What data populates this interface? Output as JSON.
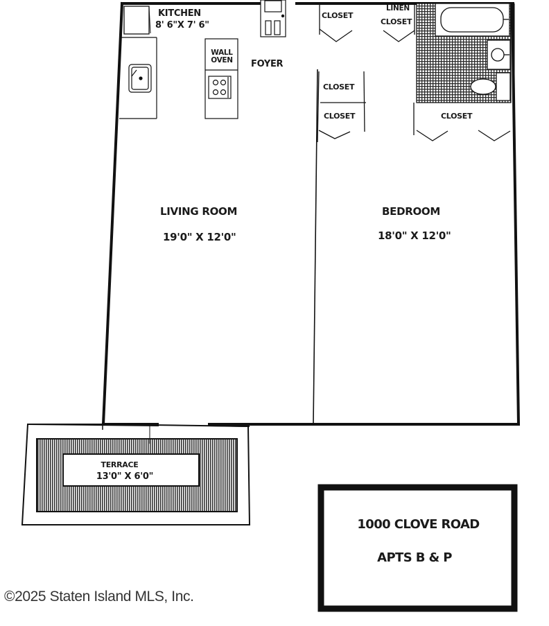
{
  "plan": {
    "rooms": {
      "kitchen": {
        "name": "KITCHEN",
        "size": "8' 6\"X 7' 6\""
      },
      "wall_oven": {
        "line1": "WALL",
        "line2": "OVEN"
      },
      "foyer": {
        "name": "FOYER"
      },
      "living_room": {
        "name": "LIVING ROOM",
        "size": "19'0\" X 12'0\""
      },
      "bedroom": {
        "name": "BEDROOM",
        "size": "18'0\" X 12'0\""
      },
      "terrace": {
        "name": "TERRACE",
        "size": "13'0\" X 6'0\""
      }
    },
    "closets": {
      "foyer_top": "CLOSET",
      "linen_line1": "LINEN",
      "linen_line2": "CLOSET",
      "hall_upper": "CLOSET",
      "hall_lower": "CLOSET",
      "bedroom": "CLOSET"
    },
    "title_box": {
      "address": "1000 CLOVE ROAD",
      "units": "APTS B & P"
    },
    "icons": [
      "entry-door-icon",
      "sink-icon",
      "cooktop-icon",
      "bathtub-icon",
      "bathroom-sink-icon",
      "toilet-icon",
      "door-swing-icon"
    ]
  },
  "footer": {
    "copyright": "©2025 Staten Island MLS, Inc."
  },
  "colors": {
    "wall": "#111111",
    "tile": "#2b2b2b",
    "background": "#ffffff"
  }
}
